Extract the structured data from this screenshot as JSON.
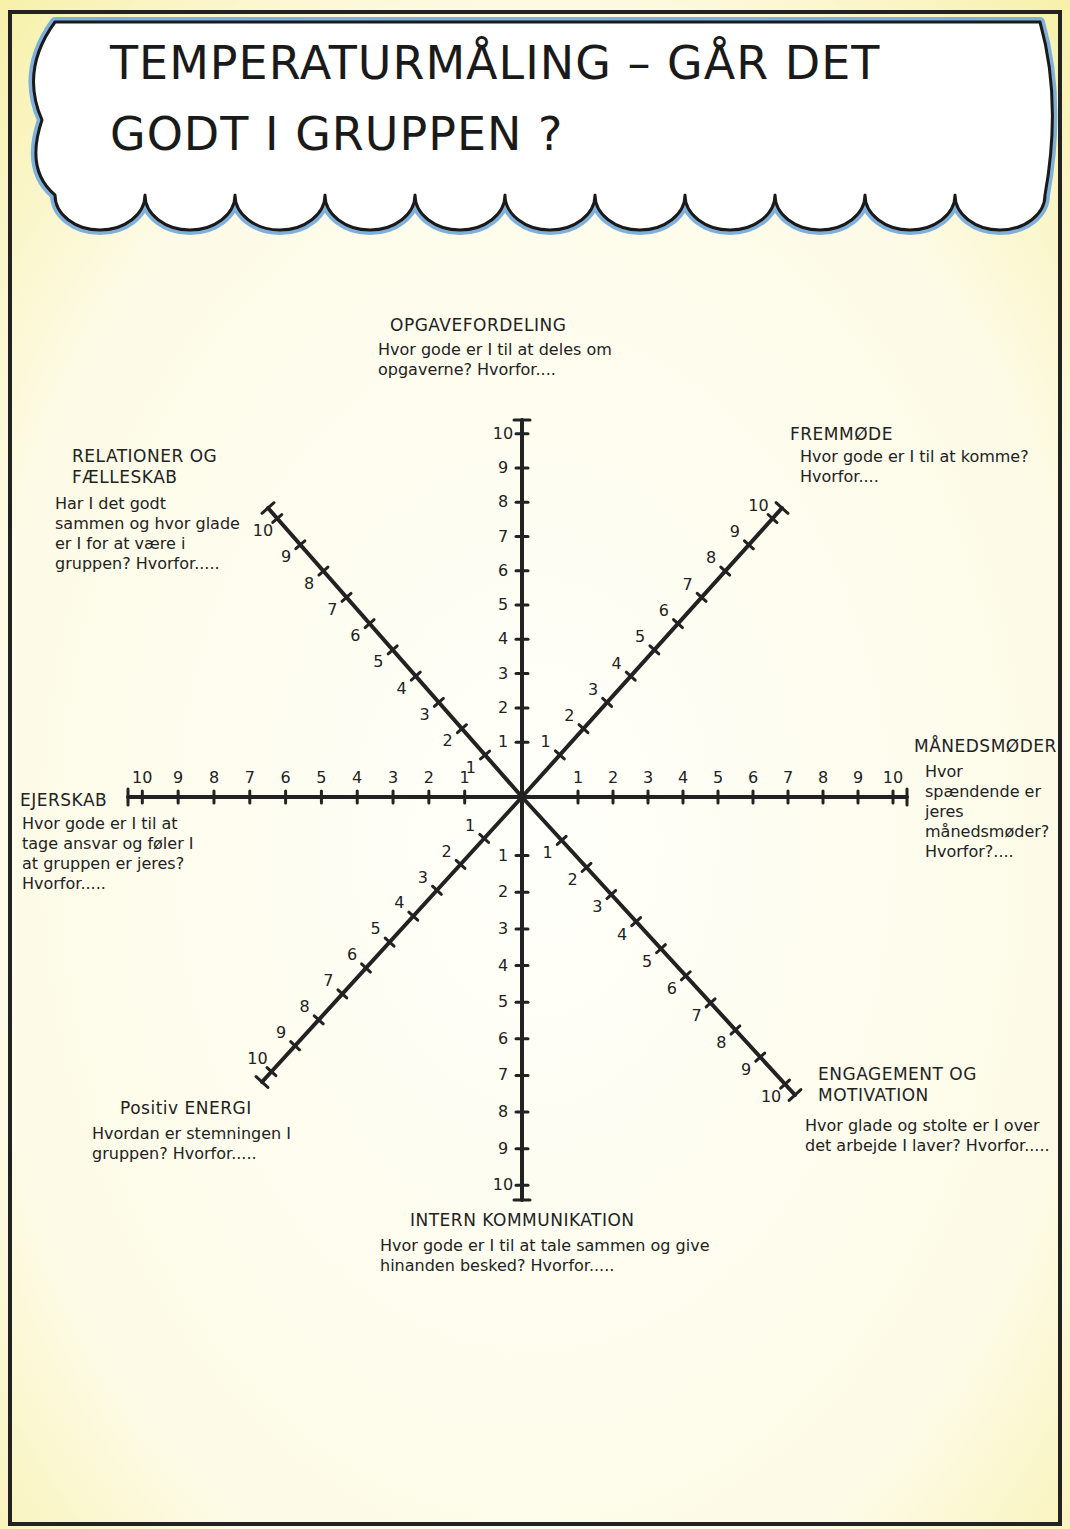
{
  "diagram": {
    "title": "TEMPERATURMÅLING – GÅR DET GODT I GRUPPEN ?",
    "labels": [
      "OPGAVEFORDELING",
      "Hvor gode er I til at deles om opgaverne? Hvorfor....",
      "1",
      "2",
      "3",
      "4",
      "5",
      "6",
      "7",
      "8",
      "9",
      "10",
      "FREMMØDE",
      "Hvor gode er I til at komme? Hvorfor....",
      "1",
      "2",
      "3",
      "4",
      "5",
      "6",
      "7",
      "8",
      "9",
      "10",
      "MÅNEDSMØDER",
      "Hvor spændende er jeres månedsmøder? Hvorfor?....",
      "1",
      "2",
      "3",
      "4",
      "5",
      "6",
      "7",
      "8",
      "9",
      "10",
      "ENGAGEMENT OG MOTIVATION",
      "Hvor glade og stolte er I over det arbejde I laver? Hvorfor.....",
      "1",
      "2",
      "3",
      "4",
      "5",
      "6",
      "7",
      "8",
      "9",
      "10",
      "INTERN KOMMUNIKATION",
      "Hvor gode er I til at tale sammen og give hinanden besked? Hvorfor.....",
      "1",
      "2",
      "3",
      "4",
      "5",
      "6",
      "7",
      "8",
      "9",
      "10",
      "Positiv ENERGI",
      "Hvordan er stemningen I gruppen? Hvorfor.....",
      "1",
      "2",
      "3",
      "4",
      "5",
      "6",
      "7",
      "8",
      "9",
      "10",
      "EJERSKAB",
      "Hvor gode er I til at tage ansvar og føler I at gruppen er jeres? Hvorfor.....",
      "1",
      "2",
      "3",
      "4",
      "5",
      "6",
      "7",
      "8",
      "9",
      "10",
      "RELATIONER OG FÆLLESKAB",
      "Har I det godt sammen og hvor glade er I for at være i gruppen? Hvorfor.....",
      "1",
      "2",
      "3",
      "4",
      "5",
      "6",
      "7",
      "8",
      "9",
      "10"
    ]
  }
}
